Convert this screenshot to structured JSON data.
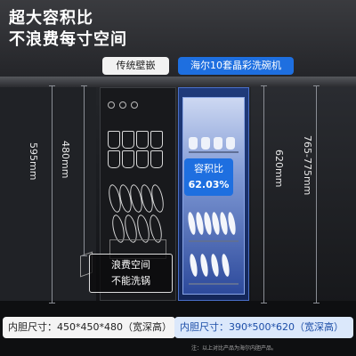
{
  "headline": {
    "line1": "超大容积比",
    "line2": "不浪费每寸空间"
  },
  "labels": {
    "left": "传统壁嵌",
    "right": "海尔10套晶彩洗碗机"
  },
  "capacity": {
    "title": "容积比",
    "value": "62.03%"
  },
  "waste_box": {
    "line1": "浪费空间",
    "line2": "不能洗锅"
  },
  "dimensions": {
    "d1": "595mm",
    "d2": "480mm",
    "d3": "620mm",
    "d4": "765-775mm"
  },
  "bottom": {
    "left": "内胆尺寸：450*450*480（宽深高）",
    "right": "内胆尺寸：390*500*620（宽深高）",
    "note": "注：以上对比产品为海尔内胆产品。"
  },
  "colors": {
    "accent": "#1e6fe0",
    "bar_right": "#dbe8fb",
    "text_dark": "#222222"
  }
}
